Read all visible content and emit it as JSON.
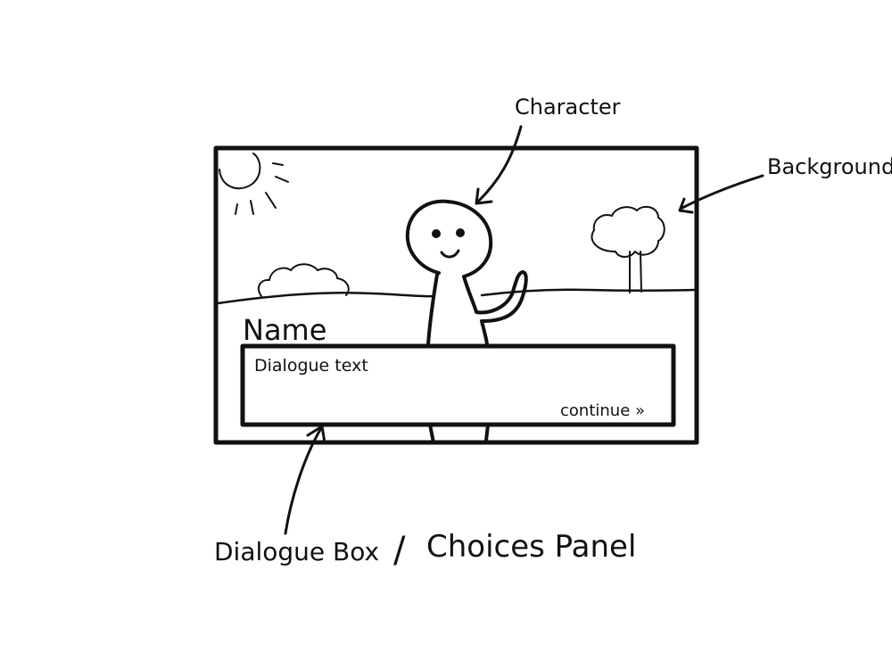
{
  "labels": {
    "character": "Character",
    "background": "Background",
    "dialogue_box": "Dialogue Box",
    "separator": "/",
    "choices_panel": "Choices Panel"
  },
  "game_screen": {
    "speaker_name": "Name",
    "dialogue_text": "Dialogue text",
    "continue_label": "continue »"
  },
  "icons": {
    "sun": "sun-icon",
    "bush": "bush-icon",
    "tree": "tree-icon",
    "character": "stick-figure-icon"
  },
  "colors": {
    "ink": "#111111",
    "paper": "#ffffff"
  }
}
